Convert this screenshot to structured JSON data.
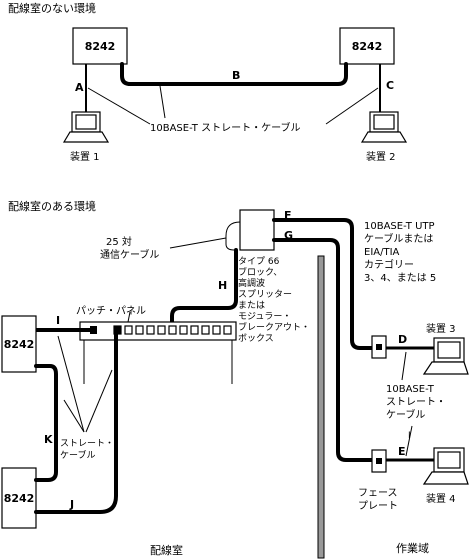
{
  "section_top": "配線室のない環境",
  "section_bottom": "配線室のある環境",
  "hub_label": "8242",
  "cable_letters": [
    "A",
    "B",
    "C",
    "D",
    "E",
    "F",
    "G",
    "H",
    "I",
    "J",
    "K"
  ],
  "top_cable_label": "10BASE-T ストレート・ケーブル",
  "device1": "装置 1",
  "device2": "装置 2",
  "device3": "装置 3",
  "device4": "装置 4",
  "pair25": [
    "25 対",
    "通信ケーブル"
  ],
  "type66": [
    "タイプ 66",
    "ブロック、",
    "高調波",
    "スプリッター",
    "または",
    "モジュラー・",
    "ブレークアウト・",
    "ボックス"
  ],
  "utp": [
    "10BASE-T UTP",
    "ケーブルまたは",
    "EIA/TIA",
    "カテゴリー",
    "3、4、または 5"
  ],
  "patch_panel": "パッチ・パネル",
  "straight_left": [
    "ストレート・",
    "ケーブル"
  ],
  "straight_right": [
    "10BASE-T",
    "ストレート・",
    "ケーブル"
  ],
  "faceplate": [
    "フェース",
    "プレート"
  ],
  "wiring_room": "配線室",
  "work_area": "作業域"
}
